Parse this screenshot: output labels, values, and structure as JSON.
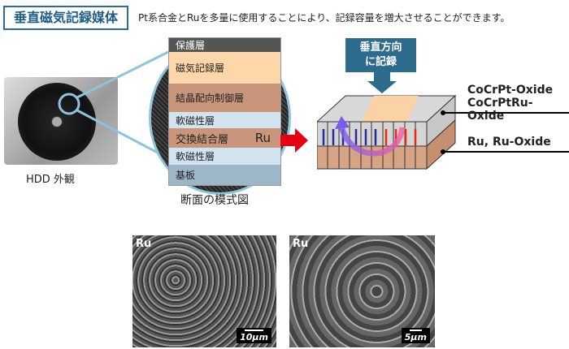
{
  "title": "垂直磁気記録媒体",
  "headline": "Pt系合金とRuを多量に使用することにより、記録容量を増大させることができます。",
  "hdd_caption": "HDD 外観",
  "layers": [
    {
      "label": "保護層",
      "value": "",
      "color": "#555555",
      "text": "#ffffff"
    },
    {
      "label": "磁気記録層",
      "value": "",
      "color": "#fdd6a9",
      "text": "#222222"
    },
    {
      "label": "結晶配向制御層",
      "value": "",
      "color": "#c9967b",
      "text": "#222222"
    },
    {
      "label": "軟磁性層",
      "value": "",
      "color": "#d2e4f0",
      "text": "#222222"
    },
    {
      "label": "交換結合層",
      "value": "Ru",
      "color": "#c9967b",
      "text": "#222222"
    },
    {
      "label": "軟磁性層",
      "value": "",
      "color": "#d2e4f0",
      "text": "#222222"
    },
    {
      "label": "基板",
      "value": "",
      "color": "#9db7c9",
      "text": "#222222"
    }
  ],
  "stack_caption": "断面の模式図",
  "record_label": "垂直方向に記録",
  "material_top_1": "CoCrPt-Oxide",
  "material_top_2": "CoCrPtRu-Oxide",
  "material_bottom": "Ru, Ru-Oxide",
  "sem": [
    {
      "label": "Ru",
      "scale": "10μm"
    },
    {
      "label": "Ru",
      "scale": "5μm"
    }
  ]
}
